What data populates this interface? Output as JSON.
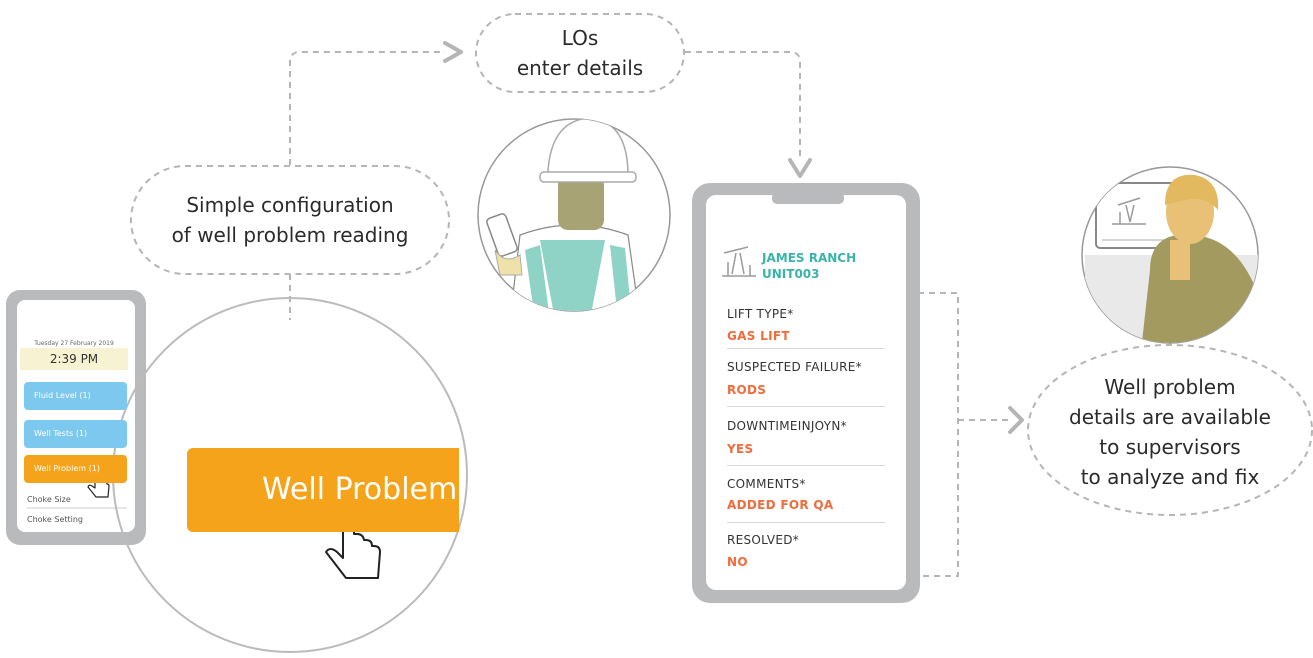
{
  "bubbles": {
    "los": {
      "line1": "LOs",
      "line2": "enter details"
    },
    "config": {
      "line1": "Simple configuration",
      "line2": "of well problem reading"
    },
    "supervisors": {
      "line1": "Well problem",
      "line2": "details are available",
      "line3": "to supervisors",
      "line4": "to analyze and fix"
    }
  },
  "small_phone": {
    "date": "Tuesday 27 February 2019",
    "time": "2:39 PM",
    "buttons": [
      {
        "label": "Fluid Level (1)",
        "color": "#7cc8ee"
      },
      {
        "label": "Well Tests (1)",
        "color": "#7cc8ee"
      },
      {
        "label": "Well Problem (1)",
        "color": "#f5a31a"
      }
    ],
    "rows": [
      "Choke Size",
      "Choke Setting"
    ]
  },
  "zoom": {
    "button_label": "Well Problem"
  },
  "big_phone": {
    "title_line1": "JAMES RANCH",
    "title_line2": "UNIT003",
    "fields": [
      {
        "label": "LIFT TYPE*",
        "value": "GAS LIFT"
      },
      {
        "label": "SUSPECTED FAILURE*",
        "value": "RODS"
      },
      {
        "label": "DOWNTIMEINJOYN*",
        "value": "YES"
      },
      {
        "label": "COMMENTS*",
        "value": "ADDED FOR QA"
      },
      {
        "label": "RESOLVED*",
        "value": "NO"
      }
    ]
  },
  "colors": {
    "accent_teal": "#3bb3a8",
    "value_orange": "#ef6c3b",
    "button_orange": "#f5a31a",
    "button_blue": "#7cc8ee",
    "dash_gray": "#b5b5b5",
    "phone_frame": "#b9babc"
  },
  "icons": [
    "pumpjack-icon",
    "hand-cursor-icon",
    "arrow-icon"
  ]
}
